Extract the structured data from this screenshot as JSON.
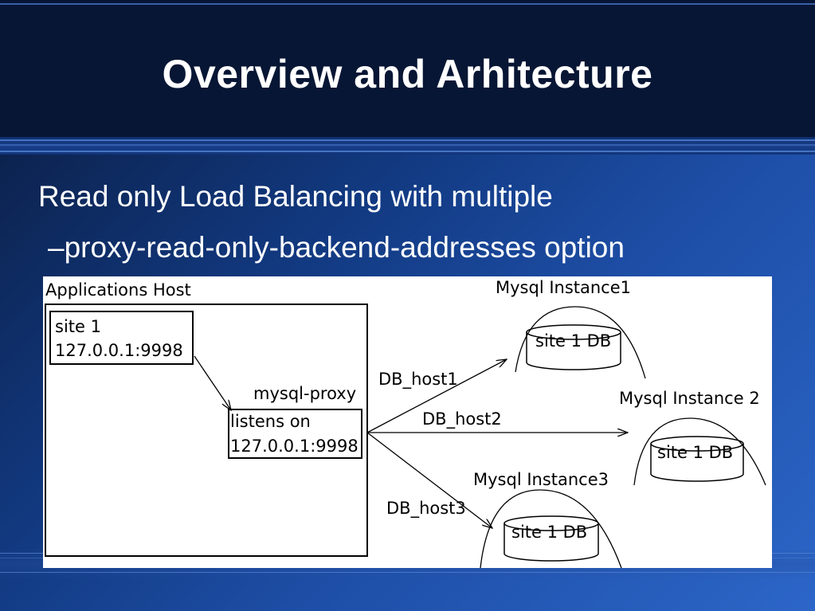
{
  "slide": {
    "title": "Overview and Arhitecture",
    "bullets": [
      "Read only Load Balancing with multiple",
      "–proxy-read-only-backend-addresses option"
    ]
  },
  "diagram": {
    "app_host_label": "Applications Host",
    "site_box": {
      "line1": "site 1",
      "line2": "127.0.0.1:9998"
    },
    "proxy": {
      "label": "mysql-proxy",
      "line1": "listens on",
      "line2": "127.0.0.1:9998"
    },
    "links": [
      "DB_host1",
      "DB_host2",
      "DB_host3"
    ],
    "instances": [
      {
        "name": "Mysql Instance1",
        "db": "site 1 DB"
      },
      {
        "name": "Mysql Instance 2",
        "db": "site 1 DB"
      },
      {
        "name": "Mysql Instance3",
        "db": "site 1 DB"
      }
    ]
  }
}
